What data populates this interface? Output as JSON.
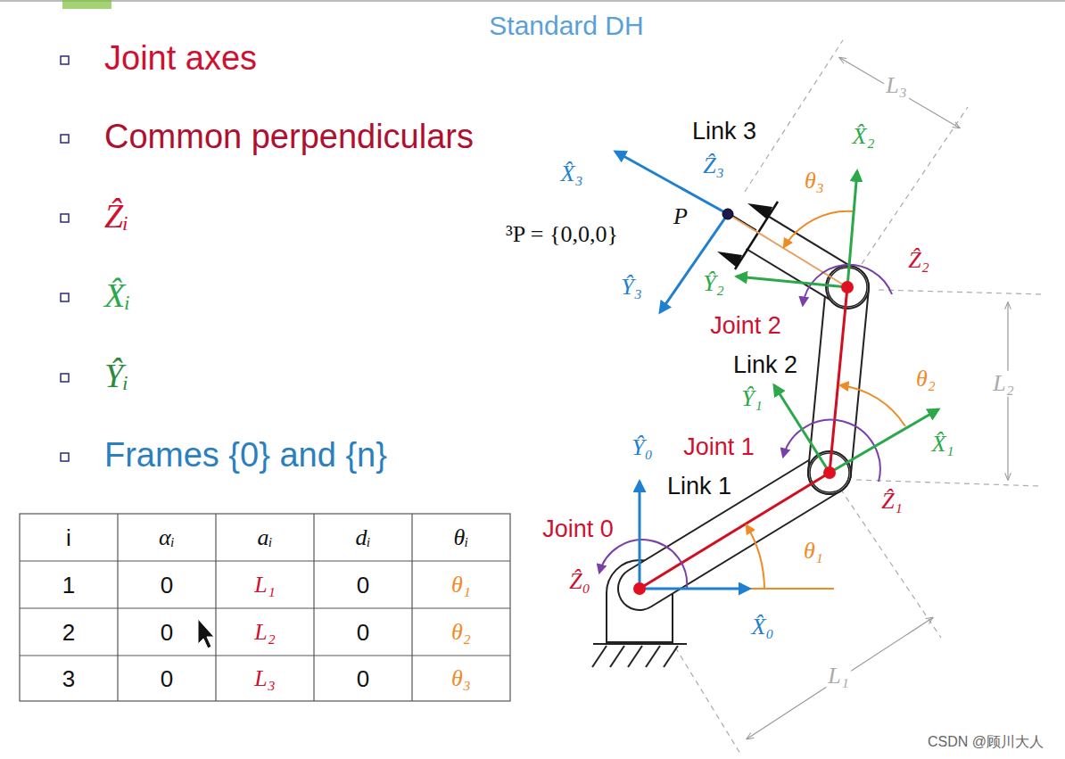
{
  "diagram": {
    "title": "Standard DH",
    "labels": [
      "Joint axes",
      "Common perpendiculars",
      "Ẑᵢ",
      "X̂ᵢ",
      "Ŷᵢ",
      "Frames {0} and {n}",
      "i",
      "αᵢ",
      "aᵢ",
      "dᵢ",
      "θᵢ",
      "1",
      "0",
      "L₁",
      "0",
      "θ₁",
      "2",
      "0",
      "L₂",
      "0",
      "θ₂",
      "3",
      "0",
      "L₃",
      "0",
      "θ₃",
      "Link 3",
      "Ẑ₃",
      "X̂₃",
      "X̂₂",
      "θ₃",
      "L₃",
      "P",
      "³P = {0,0,0}",
      "Ŷ₃",
      "Ŷ₂",
      "Ẑ₂",
      "Joint 2",
      "Link 2",
      "Ŷ₁",
      "θ₂",
      "L₂",
      "X̂₁",
      "Ŷ₀",
      "Joint 1",
      "Link 1",
      "Ẑ₁",
      "Joint 0",
      "Ẑ₀",
      "θ₁",
      "X̂₀",
      "L₁",
      "CSDN @顾川大人"
    ]
  }
}
